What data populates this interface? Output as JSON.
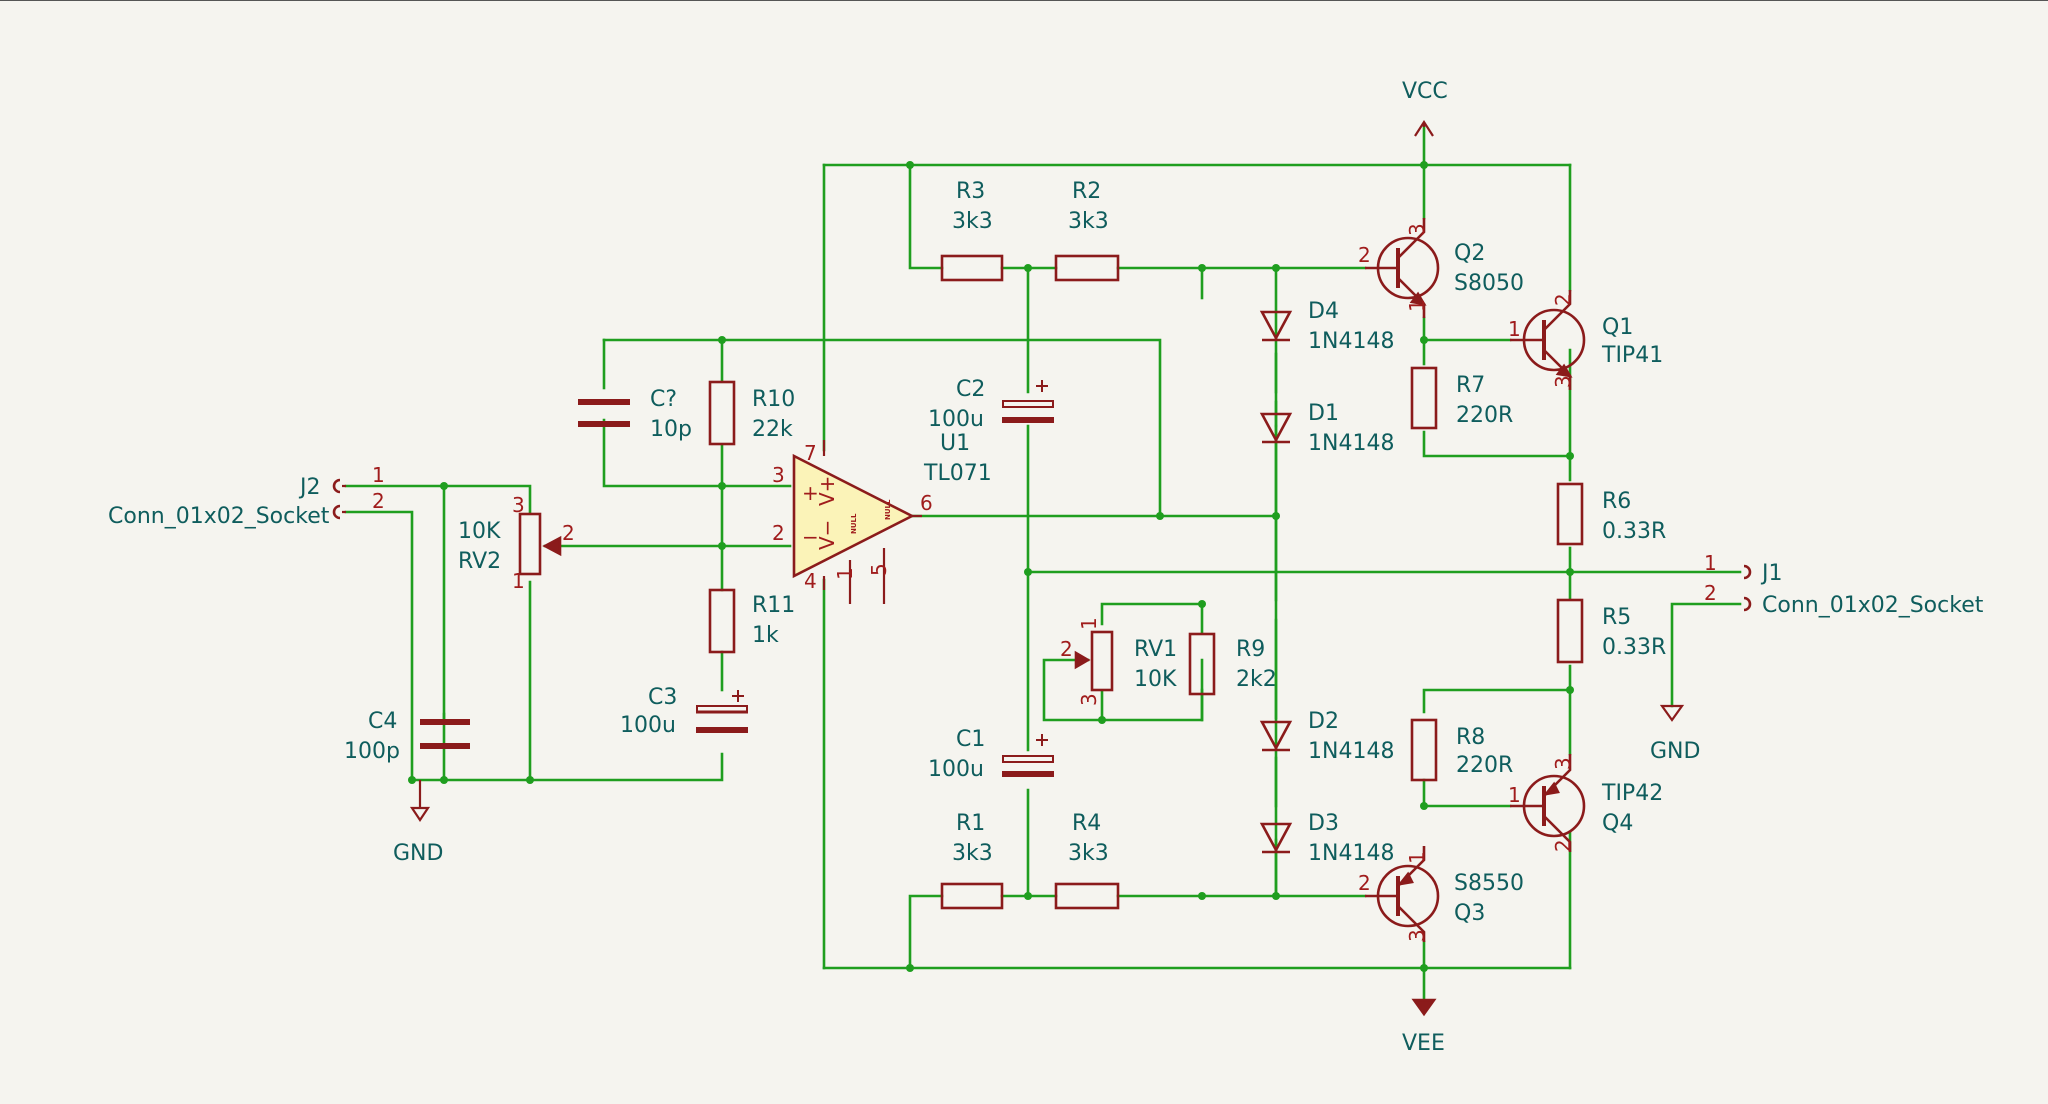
{
  "power": {
    "vcc": "VCC",
    "vee": "VEE",
    "gnd_left": "GND",
    "gnd_right": "GND"
  },
  "j2": {
    "ref": "J2",
    "value": "Conn_01x02_Socket",
    "pin1": "1",
    "pin2": "2"
  },
  "j1": {
    "ref": "J1",
    "value": "Conn_01x02_Socket",
    "pin1": "1",
    "pin2": "2"
  },
  "rv2": {
    "ref": "RV2",
    "value": "10K",
    "pin1": "1",
    "pin2": "2",
    "pin3": "3"
  },
  "rv1": {
    "ref": "RV1",
    "value": "10K",
    "pin1": "1",
    "pin2": "2",
    "pin3": "3"
  },
  "c4": {
    "ref": "C4",
    "value": "100p"
  },
  "cq": {
    "ref": "C?",
    "value": "10p"
  },
  "r10": {
    "ref": "R10",
    "value": "22k"
  },
  "r11": {
    "ref": "R11",
    "value": "1k"
  },
  "c3": {
    "ref": "C3",
    "value": "100u"
  },
  "u1": {
    "ref": "U1",
    "value": "TL071",
    "plus": "+",
    "minus": "−",
    "vplus": "V+",
    "vminus": "V−",
    "null": "NULL",
    "pin1": "1",
    "pin2": "2",
    "pin3": "3",
    "pin4": "4",
    "pin5": "5",
    "pin6": "6",
    "pin7": "7"
  },
  "c2": {
    "ref": "C2",
    "value": "100u"
  },
  "c1": {
    "ref": "C1",
    "value": "100u"
  },
  "r3": {
    "ref": "R3",
    "value": "3k3"
  },
  "r2": {
    "ref": "R2",
    "value": "3k3"
  },
  "r1": {
    "ref": "R1",
    "value": "3k3"
  },
  "r4": {
    "ref": "R4",
    "value": "3k3"
  },
  "r9": {
    "ref": "R9",
    "value": "2k2"
  },
  "d4": {
    "ref": "D4",
    "value": "1N4148"
  },
  "d1": {
    "ref": "D1",
    "value": "1N4148"
  },
  "d2": {
    "ref": "D2",
    "value": "1N4148"
  },
  "d3": {
    "ref": "D3",
    "value": "1N4148"
  },
  "q2": {
    "ref": "Q2",
    "value": "S8050",
    "pin1": "1",
    "pin2": "2",
    "pin3": "3"
  },
  "q1": {
    "ref": "Q1",
    "value": "TIP41",
    "pin1": "1",
    "pin2": "2",
    "pin3": "3"
  },
  "q3": {
    "ref": "Q3",
    "value": "S8550",
    "pin1": "1",
    "pin2": "2",
    "pin3": "3"
  },
  "q4": {
    "ref": "Q4",
    "value": "TIP42",
    "pin1": "1",
    "pin2": "2",
    "pin3": "3"
  },
  "r7": {
    "ref": "R7",
    "value": "220R"
  },
  "r8": {
    "ref": "R8",
    "value": "220R"
  },
  "r6": {
    "ref": "R6",
    "value": "0.33R"
  },
  "r5": {
    "ref": "R5",
    "value": "0.33R"
  }
}
